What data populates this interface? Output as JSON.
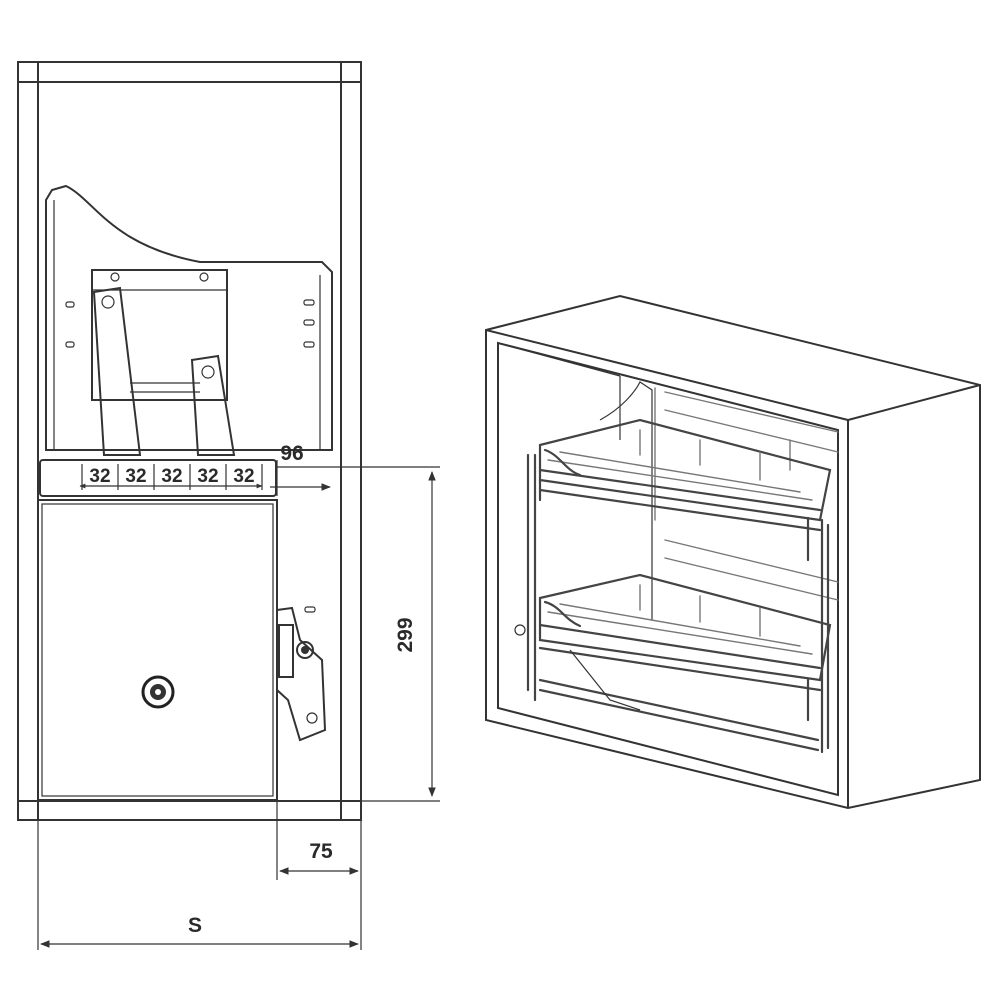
{
  "dimensions": {
    "hole_spacing": [
      "32",
      "32",
      "32",
      "32",
      "32"
    ],
    "offset": "96",
    "height": "299",
    "side_offset": "75",
    "width": "S"
  }
}
